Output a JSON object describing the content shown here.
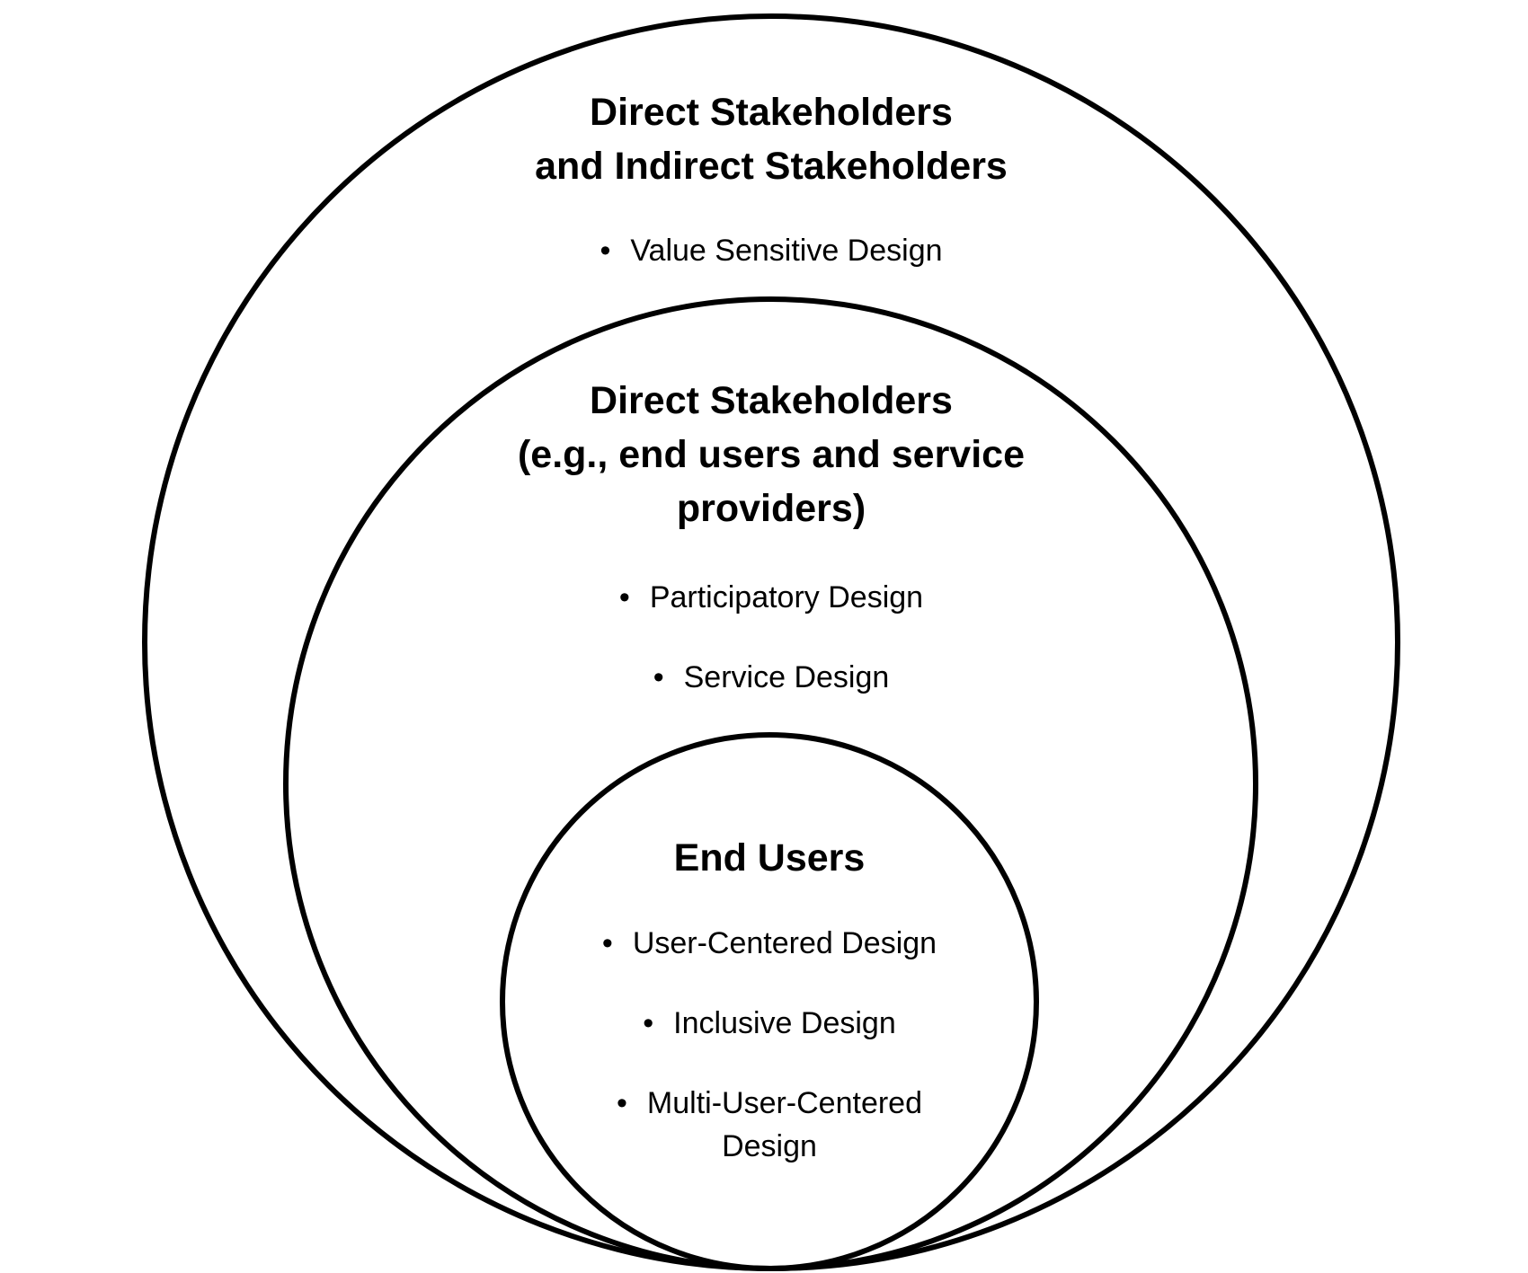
{
  "diagram": {
    "outer": {
      "heading": "Direct Stakeholders\nand Indirect Stakeholders",
      "items": [
        "Value Sensitive Design"
      ]
    },
    "middle": {
      "heading": "Direct Stakeholders\n(e.g., end users and service\nproviders)",
      "items": [
        "Participatory Design",
        "Service Design"
      ]
    },
    "inner": {
      "heading": "End Users",
      "items": [
        "User-Centered Design",
        "Inclusive Design",
        "Multi-User-Centered\nDesign"
      ]
    },
    "stroke_color": "#000000",
    "background_color": "#ffffff"
  }
}
